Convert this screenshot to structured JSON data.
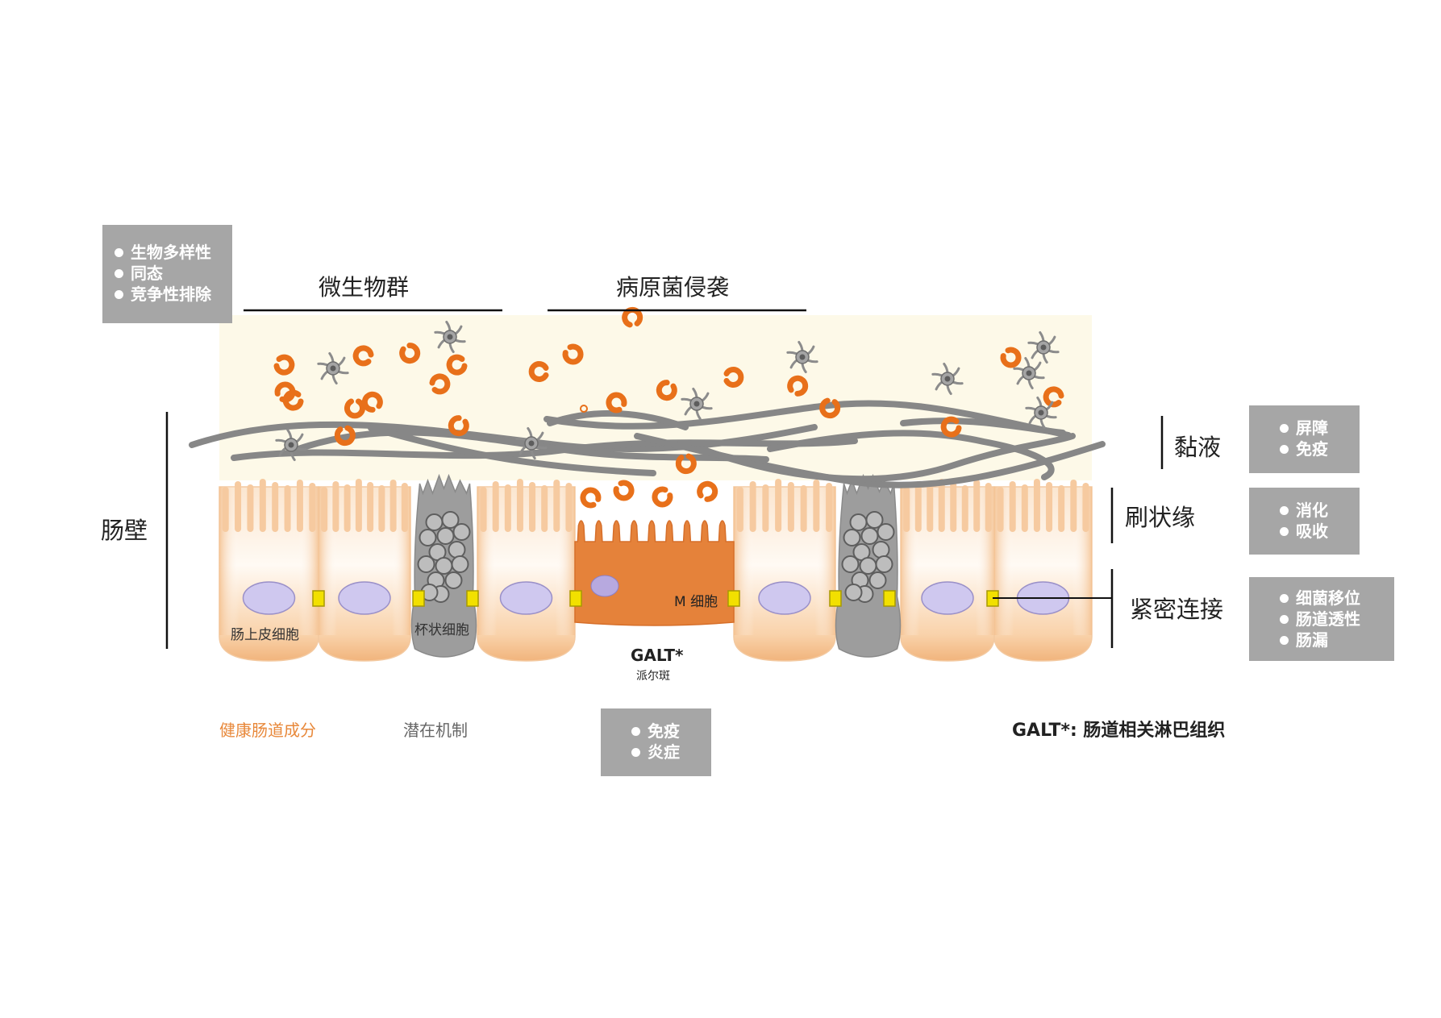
{
  "colors": {
    "lumen_bg": "#fdf9e8",
    "bacteria": "#e8701a",
    "virus": "#8c8c8c",
    "mucus_strand": "#878787",
    "epithelial_cell": "#f4c08e",
    "nucleus": "#cfc8ef",
    "goblet_cell": "#9d9d9d",
    "m_cell": "#e5823a",
    "tight_junction": "#f2e000",
    "info_box_bg": "#a6a6a6",
    "legend_healthy": "#e8883a",
    "legend_potential": "#666666"
  },
  "icons": {
    "bacterium": "c-shaped-bacterium-icon",
    "virus": "spiky-virus-icon",
    "bullet": "bullet-dot-icon"
  },
  "headers": {
    "microbiota": "微生物群",
    "pathogen_invasion": "病原菌侵袭"
  },
  "side_labels": {
    "gut_wall": "肠壁",
    "mucus": "黏液",
    "brush_border": "刷状缘",
    "tight_junction": "紧密连接"
  },
  "cell_labels": {
    "epithelial": "肠上皮细胞",
    "goblet": "杯状细胞",
    "m_cell": "M 细胞",
    "galt": "GALT*",
    "peyer": "派尔斑"
  },
  "info_boxes": {
    "microbiota": [
      "生物多样性",
      "同态",
      "竞争性排除"
    ],
    "mucus": [
      "屏障",
      "免疫"
    ],
    "brush_border": [
      "消化",
      "吸收"
    ],
    "tight_junction": [
      "细菌移位",
      "肠道透性",
      "肠漏"
    ],
    "galt": [
      "免疫",
      "炎症"
    ]
  },
  "legend": {
    "healthy": "健康肠道成分",
    "potential": "潜在机制",
    "galt_definition": "GALT*: 肠道相关淋巴组织"
  }
}
